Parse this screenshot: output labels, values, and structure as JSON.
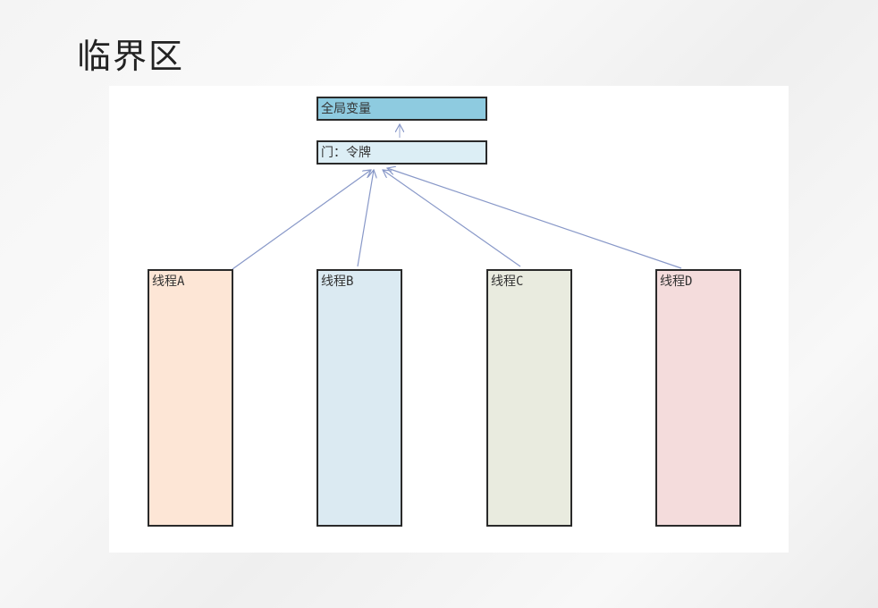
{
  "slide": {
    "title": "临界区"
  },
  "diagram": {
    "global_var": {
      "label": "全局变量",
      "color": "#8ecbe0"
    },
    "gate": {
      "label": "门：令牌",
      "color": "#dceef5"
    },
    "threads": [
      {
        "label": "线程A",
        "color": "#fde6d6"
      },
      {
        "label": "线程B",
        "color": "#dbeaf2"
      },
      {
        "label": "线程C",
        "color": "#e9ebdf"
      },
      {
        "label": "线程D",
        "color": "#f4dcdc"
      }
    ],
    "arrow_color": "#8898c8"
  }
}
